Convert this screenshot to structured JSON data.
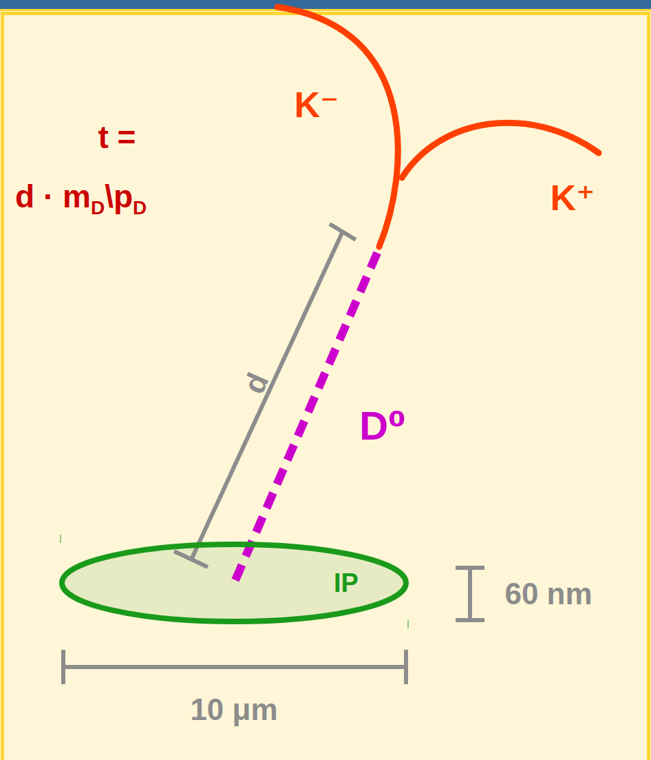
{
  "diagram": {
    "nodes": [
      {
        "text": [
          "IP"
        ]
      }
    ],
    "labels": [
      "t =",
      "d · m",
      "D",
      "\\p",
      "D",
      "K⁻",
      "K⁺",
      "d",
      "D⁰",
      "60 nm",
      "10 μm"
    ]
  }
}
